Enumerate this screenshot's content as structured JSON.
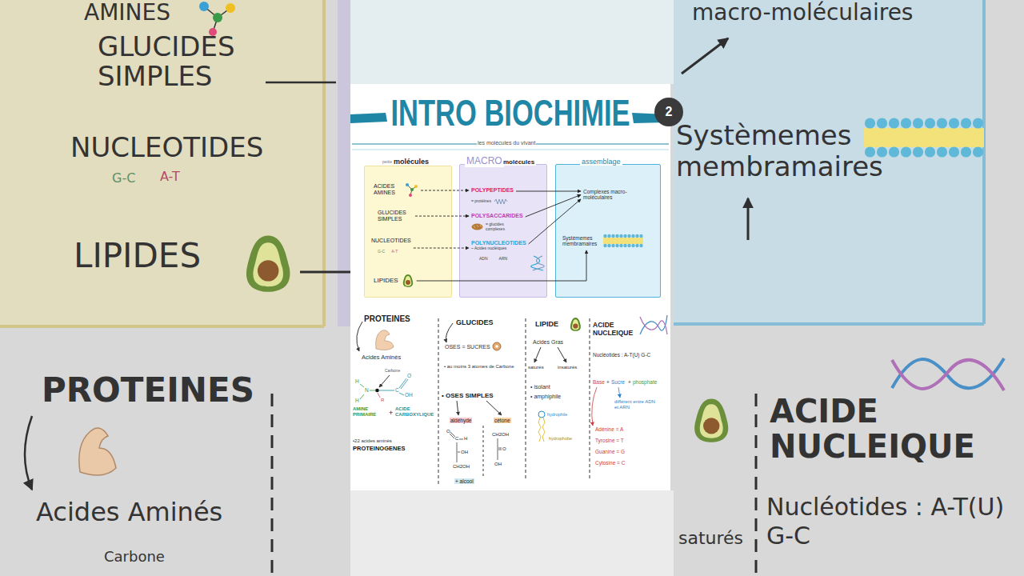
{
  "diagram": {
    "title": "INTRO BIOCHIMIE",
    "nodes": [
      {
        "text": [
          "petites",
          "molécules"
        ]
      },
      {
        "text": [
          "ACIDES AMINES"
        ],
        "in": 0
      },
      {
        "text": [
          "GLUCIDES SIMPLES"
        ],
        "in": 0
      },
      {
        "text": [
          "NUCLEOTIDES",
          "G-C",
          "A-T"
        ],
        "in": 0
      },
      {
        "text": [
          "LIPIDES"
        ],
        "in": 0
      },
      {
        "text": [
          "MACRO",
          "molécules"
        ]
      },
      {
        "text": [
          "POLYPEPTIDES",
          "= protéines"
        ],
        "in": 5
      },
      {
        "text": [
          "POLYSACCARIDES",
          "= glucides complexes"
        ],
        "in": 5
      },
      {
        "text": [
          "POLYNUCLEOTIDES",
          "~ Acides nucléiques",
          "ADN",
          "ARN"
        ],
        "in": 5
      },
      {
        "text": [
          "assemblage"
        ]
      },
      {
        "text": [
          "Complexes macro-moléculaires"
        ],
        "in": 9
      },
      {
        "text": [
          "Systèmemes membramaires"
        ],
        "in": 9
      }
    ],
    "edges": [
      {
        "from": 1,
        "to": 6,
        "arrow": "to"
      },
      {
        "from": 2,
        "to": 7,
        "arrow": "to"
      },
      {
        "from": 3,
        "to": 8,
        "arrow": "to"
      },
      {
        "from": 6,
        "to": 10,
        "arrow": "to"
      },
      {
        "from": 7,
        "to": 10,
        "arrow": "to"
      },
      {
        "from": 8,
        "to": 10,
        "arrow": "to"
      },
      {
        "from": 4,
        "to": 11,
        "arrow": "to"
      }
    ],
    "labels": [
      "AMINES",
      "GLUCIDES SIMPLES",
      "NUCLEOTIDES",
      "G-C",
      "A-T",
      "LIPIDES",
      "PROTEINES",
      "Acides Aminés",
      "Carbone",
      "macro-moléculaires",
      "Systèmemes membramaires",
      "ACIDE NUCLEIQUE",
      "Nucléotides : A-T(U) G-C",
      "saturés",
      "les molécules du vivant",
      "2",
      "PROTEINES",
      "Acides Aminés",
      "Carbone",
      "H",
      "H",
      "N",
      "C",
      "O",
      "OH",
      "R",
      "AMINE PRIMAIRE",
      "+",
      "ACIDE CARBOXYLIQUE",
      "•22 acides aminés",
      "PROTEINOGENES",
      "GLUCIDES",
      "OSES = SUCRES",
      "• au moins 3 atomes de Carbone",
      "• OSES SIMPLES",
      "aldéhyde",
      "cétone",
      "O",
      "C",
      "H",
      "OH",
      "CH2OH",
      "CH2OH",
      "O",
      "OH",
      "+ alcool",
      "LIPIDE",
      "Acides Gras",
      "saturés",
      "insaturés",
      "• isolant",
      "• amphiphile",
      "hydrophile",
      "hydrophobe",
      "ACIDE NUCLEIQUE",
      "Nucléotides : A-T(U) G-C",
      "Base",
      "+",
      "Sucre",
      "+",
      "phosphate",
      "différent entre ADN et ARN",
      "Adénine = A",
      "Tyrosine = T",
      "Guanine = G",
      "Cytosine = C"
    ]
  }
}
